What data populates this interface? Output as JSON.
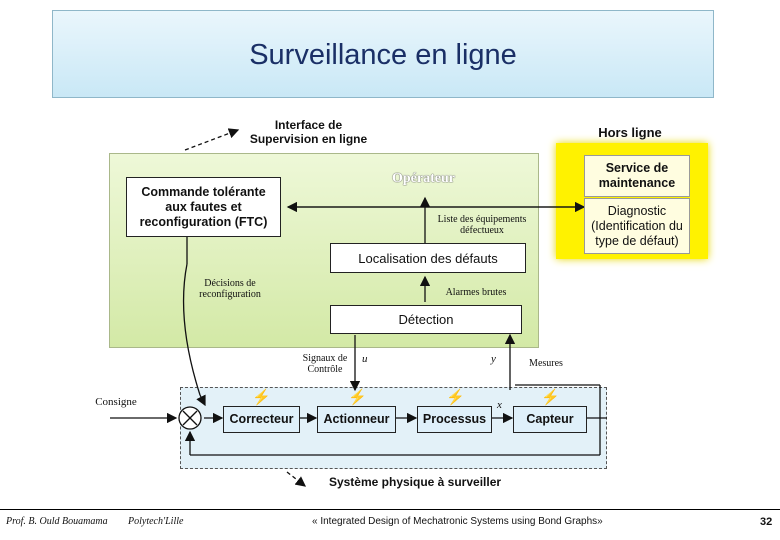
{
  "title": "Surveillance en ligne",
  "labels": {
    "interface": "Interface de\nSupervision en ligne",
    "hors_ligne": "Hors ligne",
    "operateur": "Opérateur",
    "ftc": "Commande tolérante\naux fautes et\nreconfiguration (FTC)",
    "liste": "Liste des équipements\ndéfectueux",
    "localisation": "Localisation des défauts",
    "decisions": "Décisions de\nreconfiguration",
    "alarmes": "Alarmes brutes",
    "detection": "Détection",
    "service": "Service de\nmaintenance",
    "diagnostic": "Diagnostic\n(Identification du\ntype de défaut)",
    "signaux": "Signaux de\nContrôle",
    "u": "u",
    "y": "y",
    "mesures": "Mesures",
    "consigne": "Consigne",
    "x": "x",
    "correcteur": "Correcteur",
    "actionneur": "Actionneur",
    "processus": "Processus",
    "capteur": "Capteur",
    "systeme": "Système physique à surveiller"
  },
  "footer": {
    "author": "Prof. B. Ould Bouamama",
    "org": "Polytech'Lille",
    "course": "« Integrated Design of Mechatronic Systems using Bond Graphs»",
    "page": "32"
  },
  "colors": {
    "title": "#1a2f66",
    "green_zone": "#d3e9a6",
    "yellow_zone": "#fff200",
    "physical_zone": "#e3f1f8",
    "fault_bolt": "#e0101a"
  }
}
